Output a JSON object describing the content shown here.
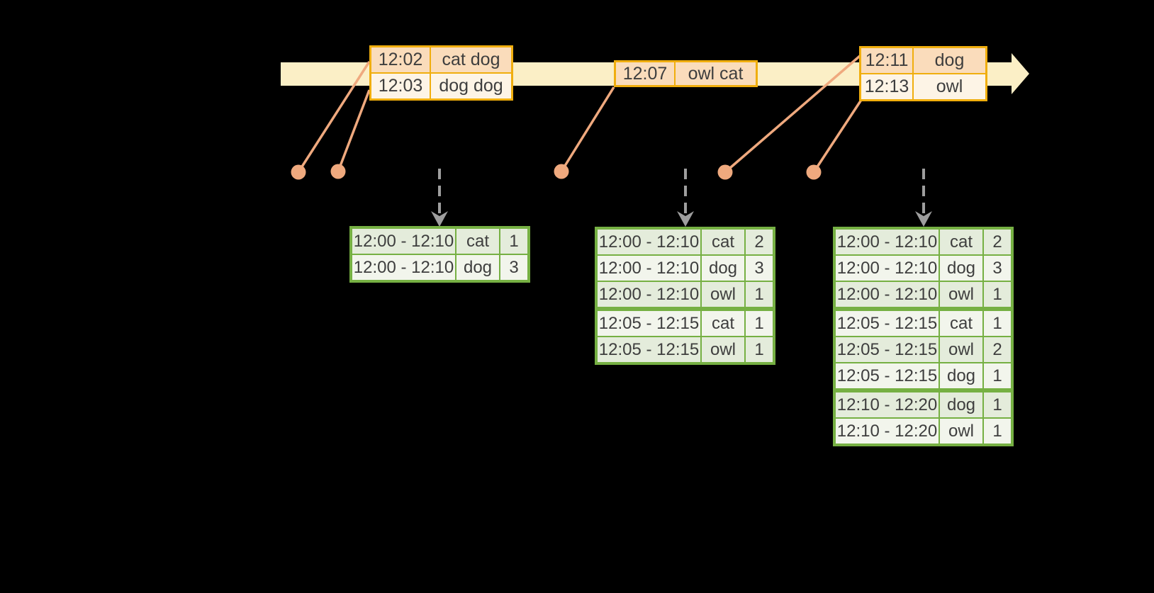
{
  "palette": {
    "background": "#000000",
    "timeline_fill": "#fbefc6",
    "event_table_border": "#f0ae0e",
    "event_row_peach": "#fadcbb",
    "event_row_cream": "#fdf4e6",
    "connector_salmon": "#efa97e",
    "trigger_arrow_gray": "#9e9e9e",
    "result_table_border": "#76b043",
    "result_row_green": "#e4ecdb",
    "result_row_white": "#f2f5ec",
    "cell_text": "#3e3e3e"
  },
  "input_tables": [
    {
      "rows": [
        {
          "time": "12:02",
          "words": "cat dog"
        },
        {
          "time": "12:03",
          "words": "dog dog"
        }
      ]
    },
    {
      "rows": [
        {
          "time": "12:07",
          "words": "owl cat"
        }
      ]
    },
    {
      "rows": [
        {
          "time": "12:11",
          "words": "dog"
        },
        {
          "time": "12:13",
          "words": "owl"
        }
      ]
    }
  ],
  "result_tables": [
    {
      "rows": [
        {
          "window": "12:00 - 12:10",
          "word": "cat",
          "count": 1
        },
        {
          "window": "12:00 - 12:10",
          "word": "dog",
          "count": 3
        }
      ]
    },
    {
      "rows": [
        {
          "window": "12:00 - 12:10",
          "word": "cat",
          "count": 2
        },
        {
          "window": "12:00 - 12:10",
          "word": "dog",
          "count": 3
        },
        {
          "window": "12:00 - 12:10",
          "word": "owl",
          "count": 1
        },
        {
          "window": "12:05 - 12:15",
          "word": "cat",
          "count": 1
        },
        {
          "window": "12:05 - 12:15",
          "word": "owl",
          "count": 1
        }
      ]
    },
    {
      "rows": [
        {
          "window": "12:00 - 12:10",
          "word": "cat",
          "count": 2
        },
        {
          "window": "12:00 - 12:10",
          "word": "dog",
          "count": 3
        },
        {
          "window": "12:00 - 12:10",
          "word": "owl",
          "count": 1
        },
        {
          "window": "12:05 - 12:15",
          "word": "cat",
          "count": 1
        },
        {
          "window": "12:05 - 12:15",
          "word": "owl",
          "count": 2
        },
        {
          "window": "12:05 - 12:15",
          "word": "dog",
          "count": 1
        },
        {
          "window": "12:10 - 12:20",
          "word": "dog",
          "count": 1
        },
        {
          "window": "12:10 - 12:20",
          "word": "owl",
          "count": 1
        }
      ]
    }
  ]
}
